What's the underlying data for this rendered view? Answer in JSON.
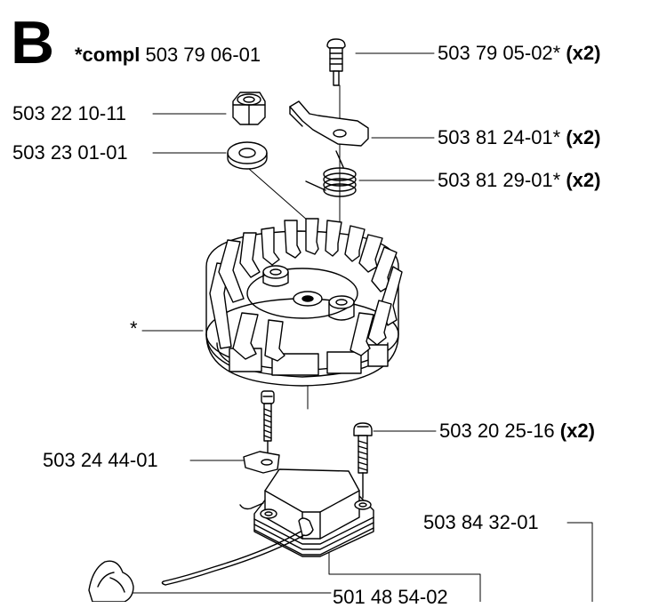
{
  "header": {
    "letter": "B",
    "compl_prefix": "*compl",
    "compl_number": "503 79 06-01"
  },
  "parts": [
    {
      "id": "p1",
      "number": "503 79 05-02*",
      "qty": "(x2)"
    },
    {
      "id": "p2",
      "number": "503 22 10-11",
      "qty": ""
    },
    {
      "id": "p3",
      "number": "503 23 01-01",
      "qty": ""
    },
    {
      "id": "p4",
      "number": "503 81 24-01*",
      "qty": "(x2)"
    },
    {
      "id": "p5",
      "number": "503 81 29-01*",
      "qty": "(x2)"
    },
    {
      "id": "p6",
      "number": "*",
      "qty": ""
    },
    {
      "id": "p7",
      "number": "503 20 25-16",
      "qty": "(x2)"
    },
    {
      "id": "p8",
      "number": "503 24 44-01",
      "qty": ""
    },
    {
      "id": "p9",
      "number": "503 84 32-01",
      "qty": ""
    },
    {
      "id": "p10",
      "number": "501 48 54-02",
      "qty": ""
    }
  ]
}
